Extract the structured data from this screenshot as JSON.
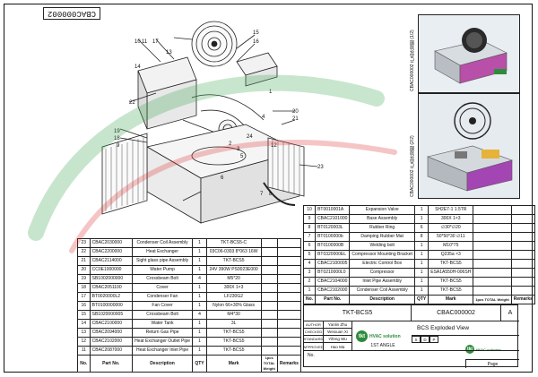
{
  "drawing": {
    "doc_number_top": "CBAC000002",
    "callouts": [
      "10",
      "11",
      "17",
      "15",
      "14",
      "16",
      "13",
      "22",
      "20",
      "21",
      "1",
      "18",
      "19",
      "24",
      "2",
      "3",
      "4",
      "5",
      "6",
      "7",
      "8",
      "9",
      "23",
      "12"
    ]
  },
  "photos": {
    "top_label": "CBAC000002 产品外观图 (1/2)",
    "bottom_label": "CBAC000002 产品外观图 (2/2)"
  },
  "bom_upper": {
    "rows": [
      {
        "no": "10",
        "part": "BT0010001A",
        "desc": "Expansion Valve",
        "qty": "1",
        "mark": "SH2E7-1 1.5TR"
      },
      {
        "no": "9",
        "part": "CBAC2101000",
        "desc": "Base Assembly",
        "qty": "1",
        "mark": "300X 1×3"
      },
      {
        "no": "8",
        "part": "BT0120003L",
        "desc": "Rubber Ring",
        "qty": "6",
        "mark": "∅30*∅20"
      },
      {
        "no": "7",
        "part": "BT0100000b",
        "desc": "Damping Rubber Mat",
        "qty": "8",
        "mark": "50*50*30 ∅11"
      },
      {
        "no": "6",
        "part": "BT0100000B",
        "desc": "Welding bolt",
        "qty": "1",
        "mark": "M10*75"
      },
      {
        "no": "5",
        "part": "BT0320000EL",
        "desc": "Compressor Mounting Bracket",
        "qty": "1",
        "mark": "Q235a ×3"
      },
      {
        "no": "4",
        "part": "CBAC2100005",
        "desc": "Electric Control Box",
        "qty": "1",
        "mark": "TKT-BCS5"
      },
      {
        "no": "3",
        "part": "BT0210000L0",
        "desc": "Compressor",
        "qty": "1",
        "mark": "ESA1A550H-006SH"
      },
      {
        "no": "2",
        "part": "CBAC2104000",
        "desc": "Inlet Pipe Assembly",
        "qty": "1",
        "mark": "TKT-BCS5"
      },
      {
        "no": "1",
        "part": "CBAC2102000",
        "desc": "Condenser Coil Assembly",
        "qty": "1",
        "mark": "TKT-BCS5"
      }
    ],
    "headers": {
      "no": "No.",
      "part": "Part No.",
      "desc": "Description",
      "qty": "QTY",
      "mark": "Mark",
      "weight": "1pcs TOTAL Weight",
      "remarks": "Remarks"
    }
  },
  "bom_lower": {
    "rows": [
      {
        "no": "23",
        "part": "CBAC2030000",
        "desc": "Condenser Coil Assembly",
        "qty": "1",
        "mark": "TKT-BCS5-C"
      },
      {
        "no": "22",
        "part": "CBAC2200000",
        "desc": "Heat Exchanger",
        "qty": "1",
        "mark": "03C06-0303 8*063 16W"
      },
      {
        "no": "21",
        "part": "CBAC2114000",
        "desc": "Sight glass pipe Assembly",
        "qty": "1",
        "mark": "TKT-BCS5"
      },
      {
        "no": "20",
        "part": "CC0E1000000",
        "desc": "Water Pump",
        "qty": "1",
        "mark": "24V 390W PS0023E000"
      },
      {
        "no": "19",
        "part": "SB1002000000",
        "desc": "Crossbeam Bolt",
        "qty": "4",
        "mark": "M5*20"
      },
      {
        "no": "18",
        "part": "CBAC2051100",
        "desc": "Cover",
        "qty": "1",
        "mark": "300X 1×3"
      },
      {
        "no": "17",
        "part": "BT0020000L2",
        "desc": "Condenser Fan",
        "qty": "1",
        "mark": "LF230G2"
      },
      {
        "no": "16",
        "part": "BT0100000000",
        "desc": "Fan Cover",
        "qty": "1",
        "mark": "Nylon 66+30% Glass"
      },
      {
        "no": "15",
        "part": "SB1020000005",
        "desc": "Crossbeam Bolt",
        "qty": "4",
        "mark": "M4*30"
      },
      {
        "no": "14",
        "part": "CBAC2100000",
        "desc": "Water Tank",
        "qty": "1",
        "mark": "3L"
      },
      {
        "no": "13",
        "part": "CBAC2094000",
        "desc": "Return Gas Pipe",
        "qty": "1",
        "mark": "TKT-BCS5"
      },
      {
        "no": "12",
        "part": "CBAC2102000",
        "desc": "Heat Exchanger Outlet Pipe",
        "qty": "1",
        "mark": "TKT-BCS5"
      },
      {
        "no": "11",
        "part": "CBAC2087000",
        "desc": "Heat Exchanger Inlet Pipe",
        "qty": "1",
        "mark": "TKT-BCS5"
      }
    ],
    "headers": {
      "no": "No.",
      "part": "Part No.",
      "desc": "Description",
      "qty": "QTY",
      "mark": "Mark",
      "weight": "1pcs TOTAL Weight",
      "remarks": "Remarks"
    }
  },
  "title_block": {
    "model": "TKT-BCS5",
    "doc_number": "CBAC000002",
    "revision": "A",
    "title": "BCS Exploded View",
    "roles": [
      {
        "role": "AUTHOR",
        "name": "Yanlin Zhu"
      },
      {
        "role": "CHECKED",
        "name": "Weixuan Xi"
      },
      {
        "role": "STANDARD",
        "name": "Yifeng Wu"
      },
      {
        "role": "APPROVED",
        "name": "Hao Ma"
      }
    ],
    "angle": "1ST ANGLE",
    "marks": [
      "S",
      "D",
      "P"
    ],
    "scale_label": "No.",
    "page_label": "Page",
    "brand": "tkt",
    "brand_sub": "HVAC solution"
  }
}
